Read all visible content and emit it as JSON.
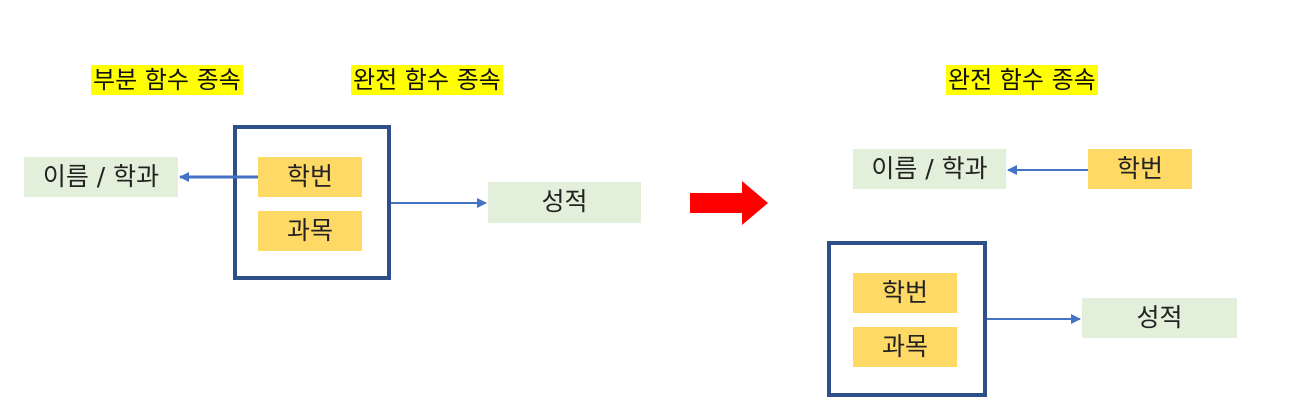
{
  "left": {
    "partial_label": "부분 함수 종속",
    "full_label": "완전 함수 종속",
    "name_dept": "이름 / 학과",
    "student_id": "학번",
    "course": "과목",
    "grade": "성적"
  },
  "right": {
    "full_label": "완전 함수 종속",
    "name_dept": "이름 / 학과",
    "student_id_single": "학번",
    "student_id": "학번",
    "course": "과목",
    "grade": "성적"
  },
  "colors": {
    "highlight": "#ffff00",
    "attribute_box": "#ffd966",
    "dependent_box": "#e2efda",
    "frame": "#2f4f8b",
    "arrow": "#4472c4",
    "transition_arrow": "#ff0000"
  }
}
